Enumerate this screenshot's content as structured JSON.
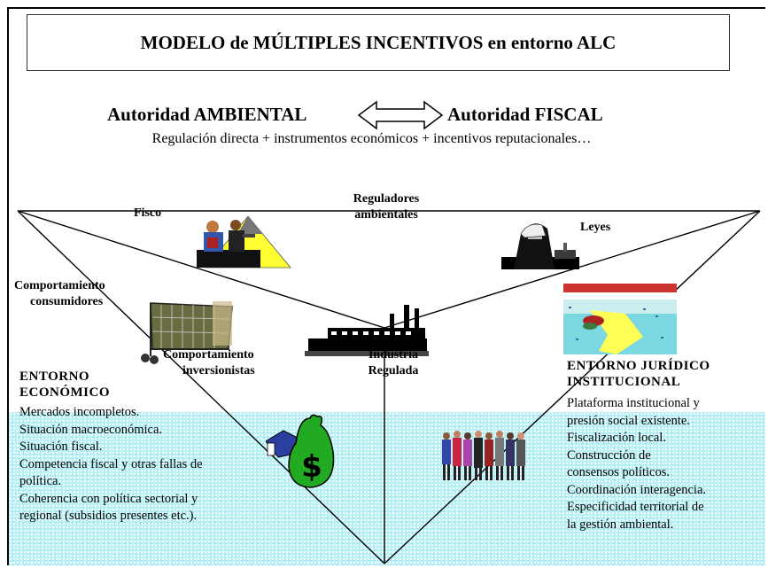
{
  "title": "MODELO de MÚLTIPLES INCENTIVOS en entorno ALC",
  "authorities": {
    "left": "Autoridad  AMBIENTAL",
    "right": "Autoridad  FISCAL"
  },
  "subtitle": "Regulación directa + instrumentos económicos +  incentivos reputacionales…",
  "labels": {
    "fisco": "Fisco",
    "reguladores_line1": "Reguladores",
    "reguladores_line2": "ambientales",
    "leyes": "Leyes",
    "consumidores_line1": "Comportamiento",
    "consumidores_line2": "consumidores",
    "inversionistas_line1": "Comportamiento",
    "inversionistas_line2": "inversionistas",
    "industria_line1": "Industria",
    "industria_line2": "Regulada"
  },
  "entorno_economico": {
    "heading_line1": "ENTORNO",
    "heading_line2": "ECONÓMICO",
    "items": [
      "Mercados incompletos.",
      "Situación macroeconómica.",
      "Situación fiscal.",
      "Competencia fiscal y otras fallas de",
      "política.",
      "Coherencia con política sectorial y",
      "regional (subsidios presentes etc.)."
    ]
  },
  "entorno_juridico": {
    "heading_line1": "ENTORNO JURÍDICO",
    "heading_line2": "INSTITUCIONAL",
    "items": [
      "Plataforma institucional y",
      "presión social existente.",
      "Fiscalización local.",
      "Construcción de",
      "consensos políticos.",
      "Coordinación interagencia.",
      "Especificidad territorial de",
      "la gestión ambiental."
    ]
  },
  "icons": [
    "people-at-desk-icon",
    "judge-icon",
    "shopping-cart-icon",
    "factory-icon",
    "landscape-icon",
    "money-bag-icon",
    "crowd-icon"
  ],
  "colors": {
    "water": "#b9f1f6",
    "pyramid_yellow": "#ffff33",
    "money_green": "#22aa22",
    "double_arrow_fill": "#ffffff"
  }
}
